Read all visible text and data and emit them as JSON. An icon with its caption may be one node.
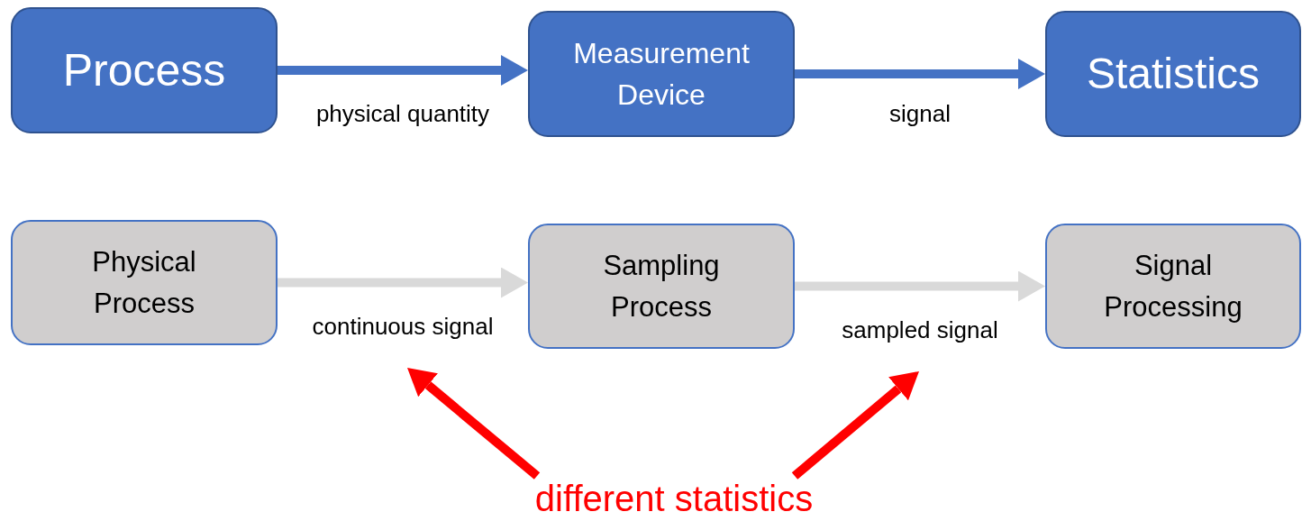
{
  "diagram": {
    "nodes": [
      {
        "text": [
          "Process"
        ]
      },
      {
        "text": [
          "Measurement Device"
        ]
      },
      {
        "text": [
          "Statistics"
        ]
      },
      {
        "text": [
          "Physical Process"
        ]
      },
      {
        "text": [
          "Sampling Process"
        ]
      },
      {
        "text": [
          "Signal Processing"
        ]
      },
      {
        "text": [
          "different statistics"
        ]
      }
    ],
    "edges": [
      {
        "from": 0,
        "to": 1,
        "arrow": "to",
        "label": "physical quantity",
        "color": "#4472c4"
      },
      {
        "from": 1,
        "to": 2,
        "arrow": "to",
        "label": "signal",
        "color": "#4472c4"
      },
      {
        "from": 3,
        "to": 4,
        "arrow": "to",
        "label": "continuous signal",
        "color": "#d9d9d9"
      },
      {
        "from": 4,
        "to": 5,
        "arrow": "to",
        "label": "sampled signal",
        "color": "#d9d9d9"
      },
      {
        "from": 6,
        "to": null,
        "arrow": "to",
        "color": "#ff0000"
      },
      {
        "from": 6,
        "to": null,
        "arrow": "to",
        "color": "#ff0000"
      }
    ]
  }
}
